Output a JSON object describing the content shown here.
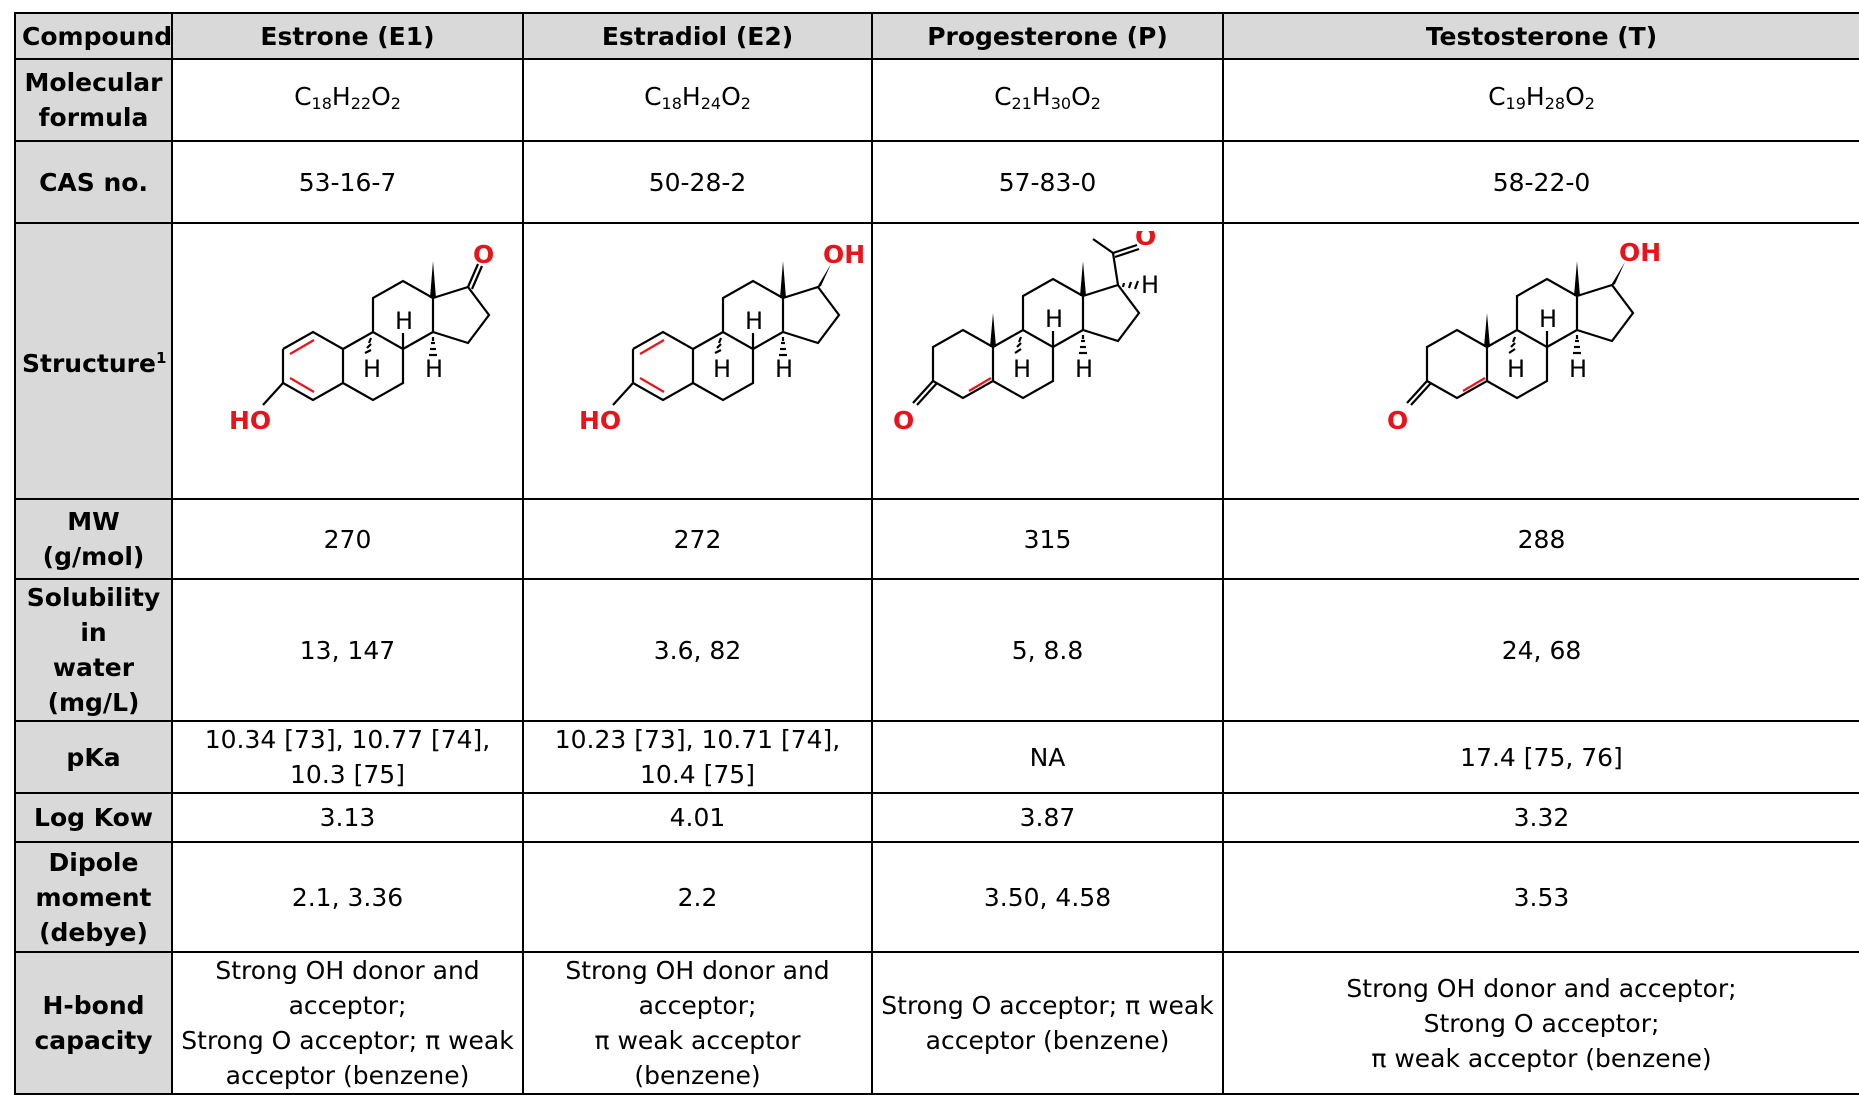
{
  "header": {
    "corner": "Compound",
    "compounds": [
      "Estrone (E1)",
      "Estradiol (E2)",
      "Progesterone (P)",
      "Testosterone (T)"
    ]
  },
  "rows": {
    "formula": {
      "label_line1": "Molecular",
      "label_line2": "formula",
      "values": [
        {
          "C": "C",
          "c": "18",
          "H": "H",
          "h": "22",
          "O": "O",
          "o": "2"
        },
        {
          "C": "C",
          "c": "18",
          "H": "H",
          "h": "24",
          "O": "O",
          "o": "2"
        },
        {
          "C": "C",
          "c": "21",
          "H": "H",
          "h": "30",
          "O": "O",
          "o": "2"
        },
        {
          "C": "C",
          "c": "19",
          "H": "H",
          "h": "28",
          "O": "O",
          "o": "2"
        }
      ]
    },
    "cas": {
      "label": "CAS no.",
      "values": [
        "53-16-7",
        "50-28-2",
        "57-83-0",
        "58-22-0"
      ]
    },
    "structure": {
      "label": "Structure",
      "label_sup": "1",
      "atoms": {
        "e1": {
          "oxygen": "O",
          "hydroxyl": "HO",
          "h1": "H",
          "h2": "H",
          "h3": "H"
        },
        "e2": {
          "oxygen": "OH",
          "hydroxyl": "HO",
          "h1": "H",
          "h2": "H",
          "h3": "H"
        },
        "p": {
          "oxygen": "O",
          "ketone": "O",
          "h1": "H",
          "h2": "H",
          "h3": "H",
          "h4": "H"
        },
        "t": {
          "oxygen": "OH",
          "ketone": "O",
          "h1": "H",
          "h2": "H",
          "h3": "H"
        }
      }
    },
    "mw": {
      "label": "MW (g/mol)",
      "values": [
        "270",
        "272",
        "315",
        "288"
      ]
    },
    "solubility": {
      "label_line1": "Solubility in",
      "label_line2": "water",
      "label_line3": "(mg/L)",
      "values": [
        "13, 147",
        "3.6, 82",
        "5, 8.8",
        "24, 68"
      ]
    },
    "pka": {
      "label": "pKa",
      "values": [
        "10.34 [73], 10.77 [74], 10.3 [75]",
        "10.23 [73], 10.71 [74], 10.4 [75]",
        "NA",
        "17.4 [75, 76]"
      ]
    },
    "logkow": {
      "label": "Log Kow",
      "values": [
        "3.13",
        "4.01",
        "3.87",
        "3.32"
      ]
    },
    "dipole": {
      "label_line1": "Dipole",
      "label_line2": "moment",
      "label_line3": "(debye)",
      "values": [
        "2.1, 3.36",
        "2.2",
        "3.50, 4.58",
        "3.53"
      ]
    },
    "hbond": {
      "label_line1": "H-bond",
      "label_line2": "capacity",
      "values": [
        [
          "Strong OH donor and acceptor;",
          "Strong O acceptor; π weak",
          "acceptor (benzene)"
        ],
        [
          "Strong OH donor and acceptor;",
          "π weak acceptor (benzene)"
        ],
        [
          "Strong O acceptor; π weak",
          "acceptor (benzene)"
        ],
        [
          "Strong OH donor and acceptor;",
          "Strong O acceptor;",
          "π weak acceptor (benzene)"
        ]
      ]
    }
  }
}
